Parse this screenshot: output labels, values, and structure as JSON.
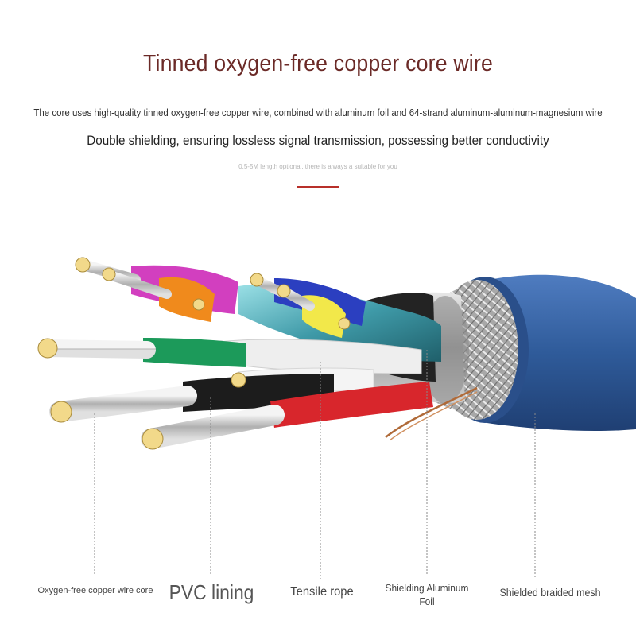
{
  "header": {
    "title": "Tinned oxygen-free copper core wire",
    "description_line1": "The core uses high-quality tinned oxygen-free copper wire, combined with aluminum foil and 64-strand aluminum-aluminum-magnesium wire",
    "description_line2": "Double shielding, ensuring lossless signal transmission, possessing better conductivity",
    "note": "0.5-5M length optional, there is always a suitable for you",
    "accent_color": "#b8302a"
  },
  "labels": {
    "core": "Oxygen-free copper wire core",
    "pvc": "PVC lining",
    "tensile": "Tensile rope",
    "foil": "Shielding Aluminum Foil",
    "mesh": "Shielded braided mesh"
  },
  "colors": {
    "jacket": "#2f5b9a",
    "wire_pink": "#d23fbf",
    "wire_orange": "#f08a1c",
    "wire_blue": "#2b3fc0",
    "wire_yellow": "#f2e84a",
    "wire_green": "#1c9a5a",
    "wire_black": "#1c1c1c",
    "wire_red": "#d8262c",
    "title_color": "#6b2a27"
  }
}
